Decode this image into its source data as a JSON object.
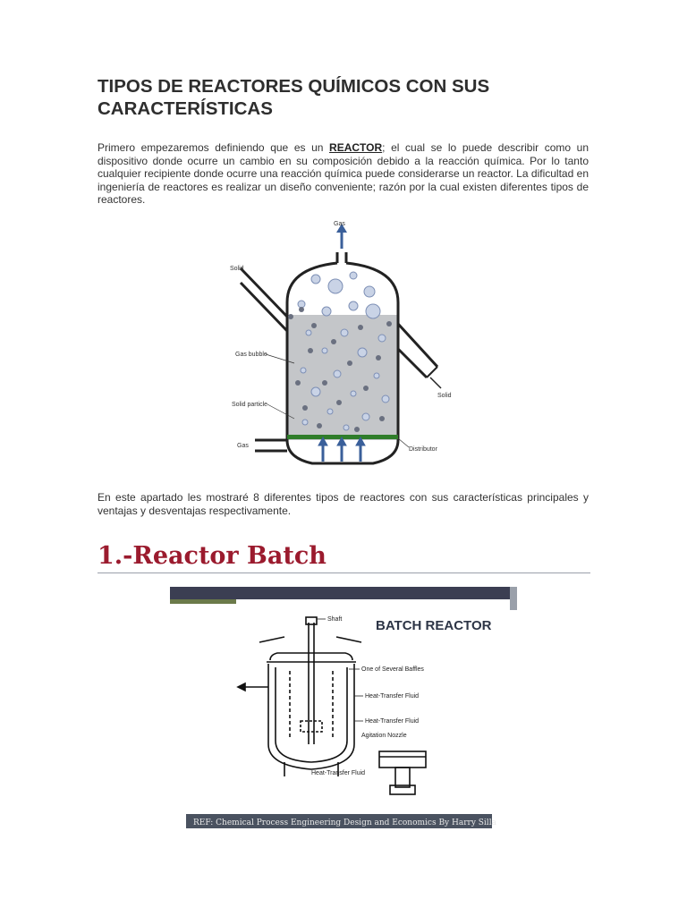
{
  "title": "TIPOS DE REACTORES QUÍMICOS CON SUS CARACTERÍSTICAS",
  "intro": {
    "before": "Primero empezaremos definiendo que es un ",
    "link": "REACTOR",
    "after": "; el cual se lo puede describir como un dispositivo donde ocurre un cambio en su composición debido a la reacción química. Por lo tanto cualquier recipiente donde ocurre una reacción química puede considerarse un reactor. La dificultad en ingeniería de reactores es realizar un diseño conveniente; razón por la cual existen diferentes tipos de reactores."
  },
  "figure1": {
    "labels": {
      "gas_out": "Gas",
      "solid_in": "Solid",
      "gas_bubble": "Gas bubble",
      "solid_particle": "Solid particle",
      "gas_in": "Gas",
      "distributor": "Distributor",
      "solid_out": "Solid"
    }
  },
  "outro": "En este apartado les mostraré 8 diferentes tipos de reactores con sus características principales y ventajas y desventajas respectivamente.",
  "section": {
    "heading": "1.-Reactor Batch"
  },
  "figure2": {
    "title": "BATCH REACTOR",
    "labels": {
      "shaft": "Shaft",
      "baffles": "One of Several Baffles",
      "htf1": "Heat-Transfer Fluid",
      "htf2": "Heat-Transfer Fluid",
      "nozzle": "Agitation Nozzle",
      "htf_bottom": "Heat-Transfer Fluid"
    },
    "ref": "REF: Chemical Process Engineering Design and Economics By Harry Silla"
  },
  "colors": {
    "section_heading": "#9b1b2e",
    "arrow_blue": "#3a5f9a",
    "liquid": "#c4c6c9",
    "distributor": "#2f7d2a",
    "slide_band": "#3b3e52",
    "ref_band": "#4a5260"
  }
}
